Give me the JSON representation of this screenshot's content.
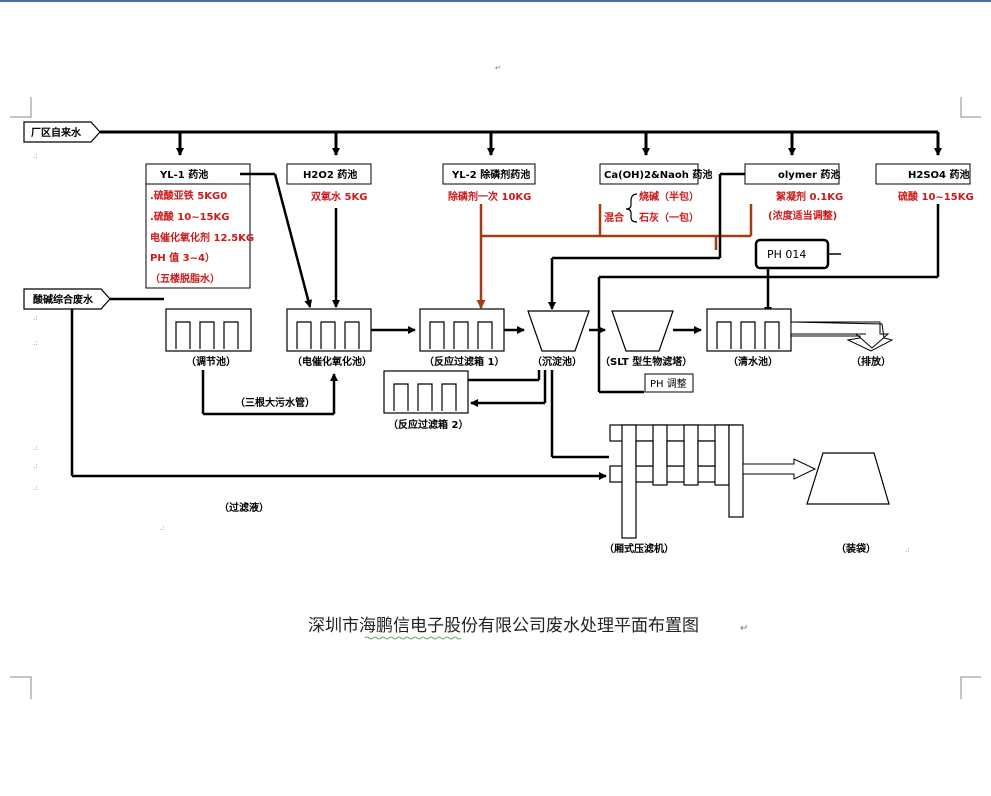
{
  "inlet_water": "厂区自来水",
  "inlet_waste": "酸碱综合废水",
  "tanks": {
    "yl1": {
      "label": "YL-1 药池",
      "lines": [
        ".硫酸亚铁 5KG0",
        ".硫酸 10~15KG",
        "电催化氧化剂 12.5KG",
        "PH 值 3~4）",
        "（五楼脱脂水）"
      ]
    },
    "h2o2": {
      "label": "H2O2 药池",
      "lines": [
        "双氧水 5KG"
      ]
    },
    "yl2": {
      "label": "YL-2 除磷剂药池",
      "lines": [
        "除磷剂一次 10KG"
      ]
    },
    "caoh": {
      "label": "Ca(OH)2&Naoh 药池",
      "mix": "混合",
      "lines": [
        "烧碱（半包）",
        "石灰（一包）"
      ]
    },
    "polymer": {
      "label": "olymer 药池",
      "lines": [
        "絮凝剂 0.1KG",
        "(浓度适当调整)"
      ]
    },
    "h2so4": {
      "label": "H2SO4 药池",
      "lines": [
        "硫酸 10~15KG"
      ]
    }
  },
  "ph_box": "PH 014",
  "ph_adjust": "PH 调整",
  "units": {
    "tiaojie": "（调节池）",
    "dianji": "（电催化氧化池）",
    "fanying1": "（反应过滤箱 1）",
    "chendian": "（沉淀池）",
    "slt": "（SLT 型生物滤塔）",
    "qingshui": "（清水池）",
    "paifang": "（排放）",
    "fanying2": "（反应过滤箱 2）",
    "yaji": "（厢式压滤机）",
    "zhuangdai": "（装袋）"
  },
  "pipe_label": "（三根大污水管）",
  "filtrate_label": "（过滤液）",
  "title": "深圳市海鹏信电子股份有限公司废水处理平面布置图",
  "colors": {
    "red_text": "#cc1a1a",
    "brown_pipe": "#a23c12",
    "line": "#000000"
  }
}
